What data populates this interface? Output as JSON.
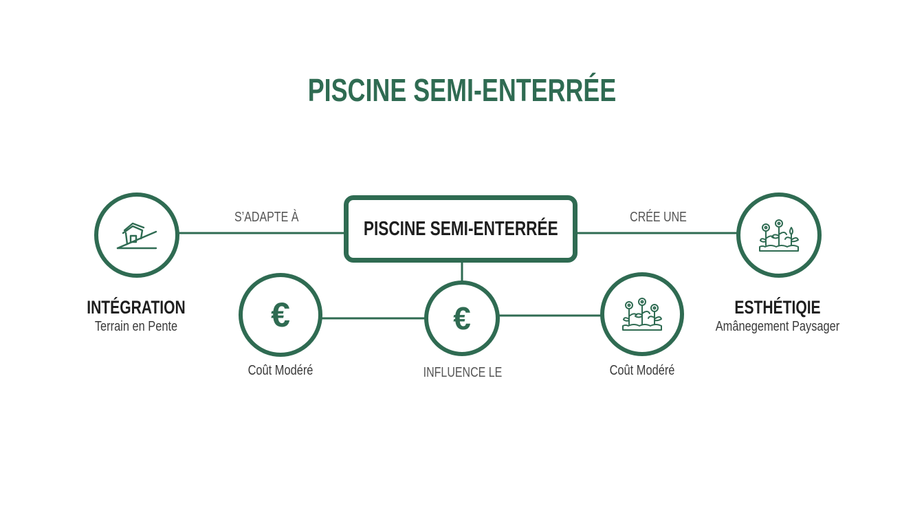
{
  "title": "PISCINE SEMI-ENTERRÉE",
  "center": {
    "label": "PISCINE SEMI-ENTERRÉE"
  },
  "edges": {
    "left": "S’ADAPTE À",
    "right": "CRÉE UNE",
    "bottom": "INFLUENCE LE"
  },
  "nodes": {
    "integration": {
      "title": "INTÉGRATION",
      "subtitle": "Terrain en Pente",
      "icon": "house-on-slope-icon"
    },
    "esthetique": {
      "title": "ESTHÉTIQIE",
      "subtitle": "Amânegement Paysager",
      "icon": "garden-plants-icon"
    },
    "cout_left": {
      "label": "Coût Modéré",
      "icon_glyph": "€"
    },
    "cout_center": {
      "icon_glyph": "€"
    },
    "cout_right": {
      "label": "Coût Modéré",
      "icon": "garden-plants-icon"
    }
  },
  "colors": {
    "accent": "#2f6b52",
    "text": "#1e1e1e",
    "muted": "#555555"
  }
}
